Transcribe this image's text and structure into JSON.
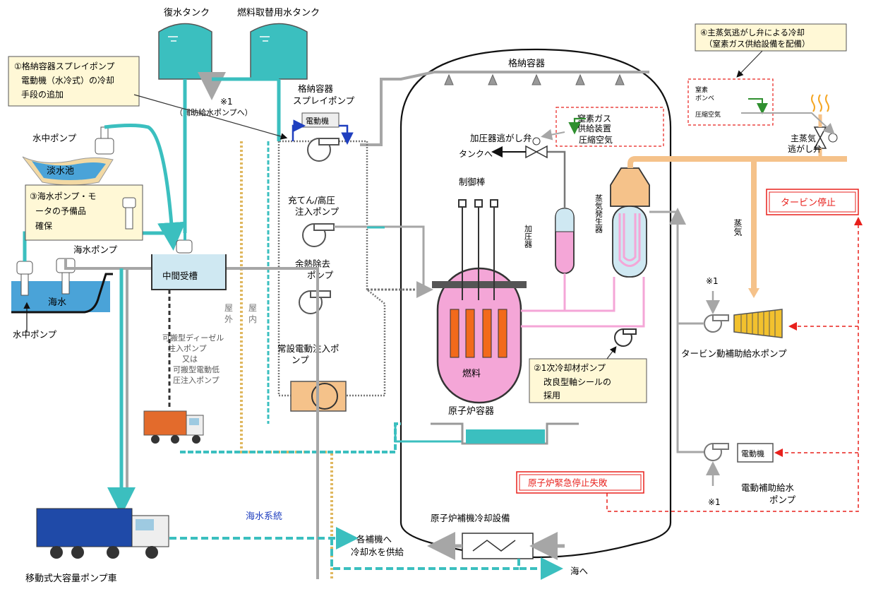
{
  "labels": {
    "condensate_tank": "復水タンク",
    "refueling_water_tank": "燃料取替用水タンク",
    "to_aux_feed_pump_a": "※1",
    "to_aux_feed_pump_b": "（補助給水ポンプへ）",
    "containment_vessel": "格納容器",
    "cs_pump_1": "格納容器",
    "cs_pump_2": "スプレイポンプ",
    "motor": "電動機",
    "charging_pump_1": "充てん/高圧",
    "charging_pump_2": "注入ポンプ",
    "rhr_pump_1": "余熱除去",
    "rhr_pump_2": "ポンプ",
    "permanent_injection_1": "常設電動注入ポ",
    "permanent_injection_2": "ンプ",
    "pressurizer_relief_valve": "加圧器逃がし弁",
    "to_tank": "タンクへ",
    "control_rods": "制御棒",
    "pressurizer": "加圧器",
    "steam_generator": "蒸気発生器",
    "fuel": "燃料",
    "reactor_vessel": "原子炉容器",
    "steam": "蒸気",
    "ms_relief_1": "主蒸気",
    "ms_relief_2": "逃がし弁",
    "turbine_trip": "タービン停止",
    "turbine_afw": "タービン動補助給水ポンプ",
    "motor_afw_motor": "電動機",
    "motor_afw_1": "電動補助給水",
    "motor_afw_2": "ポンプ",
    "atws": "原子炉緊急停止失敗",
    "star1_a": "※1",
    "star1_b": "※1",
    "ccw_1": "原子炉補機冷却設備",
    "supply_1": "各補機へ",
    "supply_2": "冷却水を供給",
    "to_sea": "海へ",
    "seawater_system": "海水系統",
    "mobile_pump_truck": "移動式大容量ポンプ車",
    "submersible_pump_top": "水中ポンプ",
    "freshwater_pond": "淡水池",
    "seawater_pump": "海水ポンプ",
    "seawater": "海水",
    "submersible_pump_bottom": "水中ポンプ",
    "intermediate_tank": "中間受槽",
    "outdoor_1": "屋",
    "outdoor_2": "外",
    "indoor_1": "屋",
    "indoor_2": "内",
    "portable_1": "可搬型ディーゼル",
    "portable_2": "注入ポンプ",
    "portable_3": "又は",
    "portable_4": "可搬型電動低",
    "portable_5": "圧注入ポンプ",
    "n2_supply_1": "窒素ガス",
    "n2_supply_2": "供給装置",
    "compressed_air": "圧縮空気",
    "n2_small_1": "窒素",
    "n2_small_2": "ボンベ",
    "compressed_small": "圧縮空気"
  },
  "callouts": {
    "c1_l1": "①格納容器スプレイポンプ",
    "c1_l2": "電動機（水冷式）の冷却",
    "c1_l3": "手段の追加",
    "c2_l1": "④主蒸気逃がし弁による冷却",
    "c2_l2": "（窒素ガス供給設備を配備）",
    "c3_l1": "③海水ポンプ・モ",
    "c3_l2": "ータの予備品",
    "c3_l3": "確保",
    "c4_l1": "②1次冷却材ポンプ",
    "c4_l2": "改良型軸シールの",
    "c4_l3": "採用"
  },
  "colors": {
    "cyan": "#3bbfbf",
    "gray": "#a6a6a6",
    "orange": "#f5c28a",
    "pink": "#f4a6d7",
    "red": "#e8201c",
    "blue": "#1f3fbf",
    "green": "#2f8f2f",
    "callout_fill": "#fff8d6",
    "water": "#4aa3d8"
  }
}
